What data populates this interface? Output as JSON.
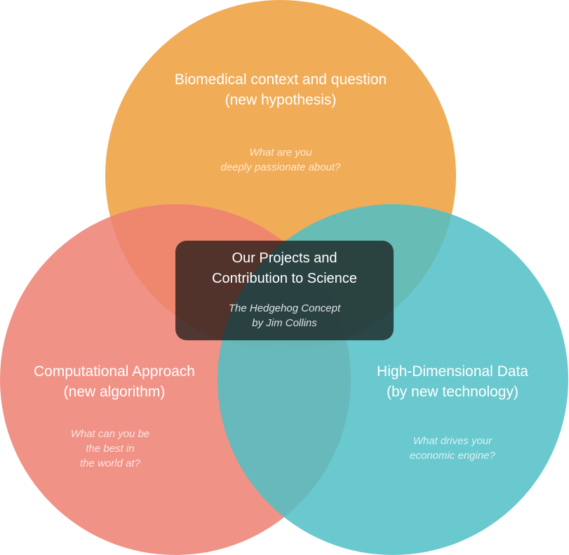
{
  "circles": {
    "top": {
      "title": [
        "Biomedical context and question",
        "(new hypothesis)"
      ],
      "question": [
        "What are you",
        "deeply passionate about?"
      ],
      "color": "#F0A54A"
    },
    "left": {
      "title": [
        "Computational Approach",
        "(new algorithm)"
      ],
      "question": [
        "What can you be",
        "the best in",
        "the world at?"
      ],
      "color": "#EE7F72"
    },
    "right": {
      "title": [
        "High-Dimensional Data",
        "(by new technology)"
      ],
      "question": [
        "What drives your",
        "economic engine?"
      ],
      "color": "#4FBFC6"
    }
  },
  "center": {
    "title": [
      "Our Projects and",
      "Contribution to Science"
    ],
    "subtitle": [
      "The Hedgehog Concept",
      "by Jim Collins"
    ]
  }
}
